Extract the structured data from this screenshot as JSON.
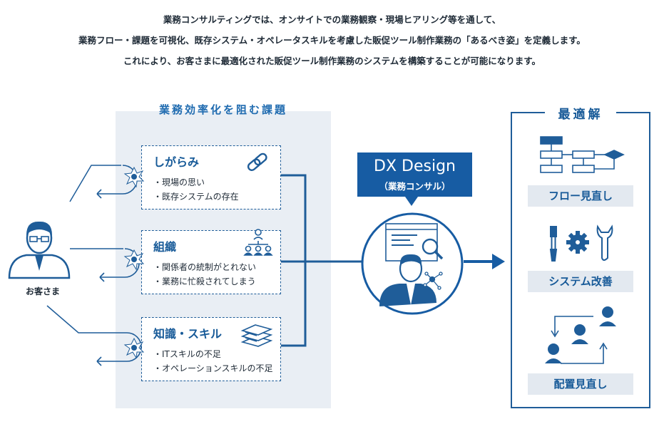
{
  "intro": {
    "line1": "業務コンサルティングでは、オンサイトでの業務観察・現場ヒアリング等を通して、",
    "line2": "業務フロー・課題を可視化、既存システム・オペレータスキルを考慮した販促ツール制作業務の「あるべき姿」を定義します。",
    "line3": "これにより、お客さまに最適化された販促ツール制作業務のシステムを構築することが可能になります。"
  },
  "customer": {
    "label": "お客さま",
    "icon": "businessman-icon"
  },
  "issues_panel": {
    "title": "業務効率化を阻む課題",
    "items": [
      {
        "title": "しがらみ",
        "icon": "chain-link-icon",
        "bullets": [
          "・現場の思い",
          "・既存システムの存在"
        ]
      },
      {
        "title": "組織",
        "icon": "org-hierarchy-icon",
        "bullets": [
          "・関係者の統制がとれない",
          "・業務に忙殺されてしまう"
        ]
      },
      {
        "title": "知識・スキル",
        "icon": "book-stack-icon",
        "bullets": [
          "・ITスキルの不足",
          "・オペレーションスキルの不足"
        ]
      }
    ]
  },
  "dx": {
    "title": "DX Design",
    "subtitle": "（業務コンサル）",
    "icon": "consultant-analysis-icon"
  },
  "solutions": {
    "title": "最適解",
    "items": [
      {
        "label": "フロー見直し",
        "icon": "flowchart-icon"
      },
      {
        "label": "システム改善",
        "icon": "tools-gear-icon"
      },
      {
        "label": "配置見直し",
        "icon": "people-rearrange-icon"
      }
    ]
  },
  "colors": {
    "primary": "#175ca3",
    "panel_bg": "#e9eef4",
    "label_bg": "#e3e9f0",
    "text": "#1e2a36"
  }
}
